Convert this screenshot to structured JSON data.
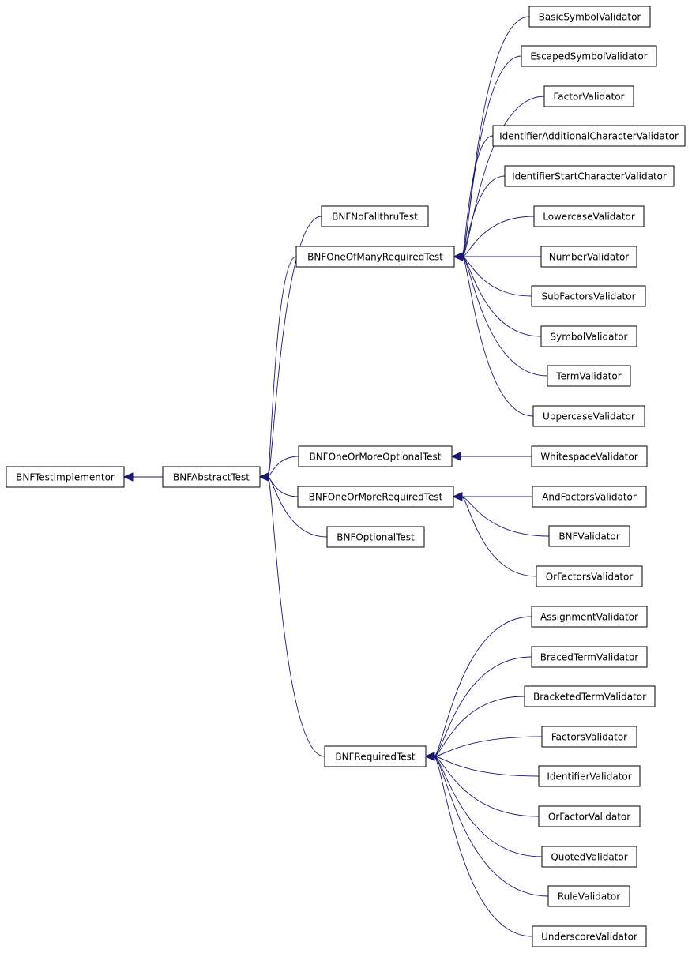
{
  "diagram": {
    "colors": {
      "edge": "#191970",
      "node_border": "#000000",
      "node_fill": "#ffffff",
      "text": "#000000",
      "background": "#ffffff"
    },
    "nodes": {
      "bnf_test_implementor": "BNFTestImplementor",
      "bnf_abstract_test": "BNFAbstractTest",
      "bnf_no_fallthru_test": "BNFNoFallthruTest",
      "bnf_one_of_many_required_test": "BNFOneOfManyRequiredTest",
      "bnf_one_or_more_optional_test": "BNFOneOrMoreOptionalTest",
      "bnf_one_or_more_required_test": "BNFOneOrMoreRequiredTest",
      "bnf_optional_test": "BNFOptionalTest",
      "bnf_required_test": "BNFRequiredTest",
      "basic_symbol_validator": "BasicSymbolValidator",
      "escaped_symbol_validator": "EscapedSymbolValidator",
      "factor_validator": "FactorValidator",
      "identifier_additional_character_validator": "IdentifierAdditionalCharacterValidator",
      "identifier_start_character_validator": "IdentifierStartCharacterValidator",
      "lowercase_validator": "LowercaseValidator",
      "number_validator": "NumberValidator",
      "sub_factors_validator": "SubFactorsValidator",
      "symbol_validator": "SymbolValidator",
      "term_validator": "TermValidator",
      "uppercase_validator": "UppercaseValidator",
      "whitespace_validator": "WhitespaceValidator",
      "and_factors_validator": "AndFactorsValidator",
      "bnf_validator": "BNFValidator",
      "or_factors_validator": "OrFactorsValidator",
      "assignment_validator": "AssignmentValidator",
      "braced_term_validator": "BracedTermValidator",
      "bracketed_term_validator": "BracketedTermValidator",
      "factors_validator": "FactorsValidator",
      "identifier_validator": "IdentifierValidator",
      "or_factor_validator": "OrFactorValidator",
      "quoted_validator": "QuotedValidator",
      "rule_validator": "RuleValidator",
      "underscore_validator": "UnderscoreValidator"
    },
    "edges": [
      {
        "from": "bnf_abstract_test",
        "to": "bnf_test_implementor"
      },
      {
        "from": "bnf_no_fallthru_test",
        "to": "bnf_abstract_test"
      },
      {
        "from": "bnf_one_of_many_required_test",
        "to": "bnf_abstract_test"
      },
      {
        "from": "bnf_one_or_more_optional_test",
        "to": "bnf_abstract_test"
      },
      {
        "from": "bnf_one_or_more_required_test",
        "to": "bnf_abstract_test"
      },
      {
        "from": "bnf_optional_test",
        "to": "bnf_abstract_test"
      },
      {
        "from": "bnf_required_test",
        "to": "bnf_abstract_test"
      },
      {
        "from": "basic_symbol_validator",
        "to": "bnf_one_of_many_required_test"
      },
      {
        "from": "escaped_symbol_validator",
        "to": "bnf_one_of_many_required_test"
      },
      {
        "from": "factor_validator",
        "to": "bnf_one_of_many_required_test"
      },
      {
        "from": "identifier_additional_character_validator",
        "to": "bnf_one_of_many_required_test"
      },
      {
        "from": "identifier_start_character_validator",
        "to": "bnf_one_of_many_required_test"
      },
      {
        "from": "lowercase_validator",
        "to": "bnf_one_of_many_required_test"
      },
      {
        "from": "number_validator",
        "to": "bnf_one_of_many_required_test"
      },
      {
        "from": "sub_factors_validator",
        "to": "bnf_one_of_many_required_test"
      },
      {
        "from": "symbol_validator",
        "to": "bnf_one_of_many_required_test"
      },
      {
        "from": "term_validator",
        "to": "bnf_one_of_many_required_test"
      },
      {
        "from": "uppercase_validator",
        "to": "bnf_one_of_many_required_test"
      },
      {
        "from": "whitespace_validator",
        "to": "bnf_one_or_more_optional_test"
      },
      {
        "from": "and_factors_validator",
        "to": "bnf_one_or_more_required_test"
      },
      {
        "from": "bnf_validator",
        "to": "bnf_one_or_more_required_test"
      },
      {
        "from": "or_factors_validator",
        "to": "bnf_one_or_more_required_test"
      },
      {
        "from": "assignment_validator",
        "to": "bnf_required_test"
      },
      {
        "from": "braced_term_validator",
        "to": "bnf_required_test"
      },
      {
        "from": "bracketed_term_validator",
        "to": "bnf_required_test"
      },
      {
        "from": "factors_validator",
        "to": "bnf_required_test"
      },
      {
        "from": "identifier_validator",
        "to": "bnf_required_test"
      },
      {
        "from": "or_factor_validator",
        "to": "bnf_required_test"
      },
      {
        "from": "quoted_validator",
        "to": "bnf_required_test"
      },
      {
        "from": "rule_validator",
        "to": "bnf_required_test"
      },
      {
        "from": "underscore_validator",
        "to": "bnf_required_test"
      }
    ]
  }
}
